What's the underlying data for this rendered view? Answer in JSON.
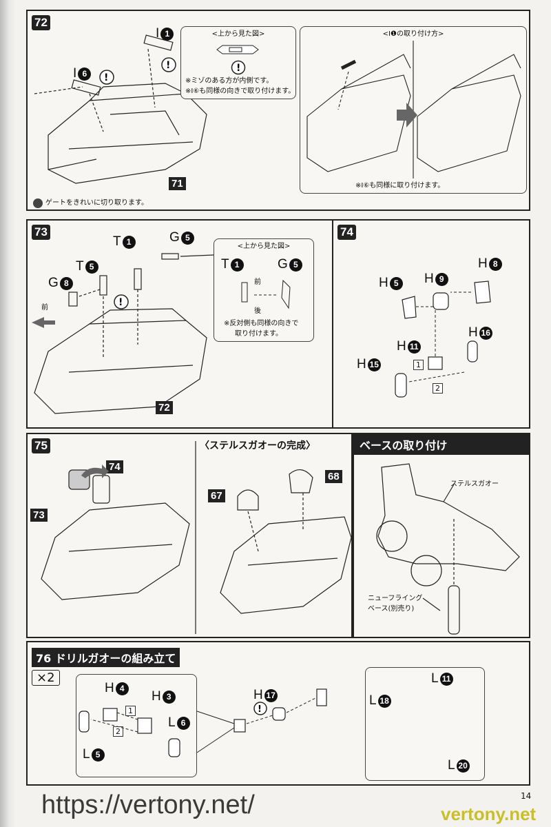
{
  "page_number": "14",
  "watermark": "https://vertony.net/",
  "watermark_footer": "vertony.net",
  "step72": {
    "step": "72",
    "callouts": {
      "i1": [
        "I",
        "1"
      ],
      "i6": [
        "I",
        "6"
      ]
    },
    "ref": "71",
    "topview_title": "<上から見た図>",
    "topview_notes": [
      "※ミゾのある方が内側です。",
      "※I⑥も同様の向きで取り付けます。"
    ],
    "howto_title": "<I❶の取り付け方>",
    "howto_note": "※I⑥も同様に取り付けます。",
    "gate_note": "ゲートをきれいに切り取ります。"
  },
  "step73": {
    "step": "73",
    "callouts": {
      "t1": [
        "T",
        "1"
      ],
      "t5": [
        "T",
        "5"
      ],
      "g5": [
        "G",
        "5"
      ],
      "g8": [
        "G",
        "8"
      ]
    },
    "front": "前",
    "ref": "72",
    "topview_title": "<上から見た図>",
    "tv_t1": [
      "T",
      "1"
    ],
    "tv_g5": [
      "G",
      "5"
    ],
    "tv_front": "前",
    "tv_back": "後",
    "tv_note": [
      "※反対側も同様の向きで",
      "取り付けます。"
    ]
  },
  "step74": {
    "step": "74",
    "callouts": {
      "h5": [
        "H",
        "5"
      ],
      "h9": [
        "H",
        "9"
      ],
      "h8": [
        "H",
        "8"
      ],
      "h11": [
        "H",
        "11"
      ],
      "h16": [
        "H",
        "16"
      ],
      "h15": [
        "H",
        "15"
      ]
    },
    "order": [
      "1",
      "2"
    ]
  },
  "step75": {
    "step": "75",
    "refs": [
      "74",
      "73"
    ]
  },
  "complete": {
    "title": "〈ステルスガオーの完成〉",
    "refs": [
      "67",
      "68"
    ]
  },
  "base": {
    "title": "ベースの取り付け",
    "label_gao": "ステルスガオー",
    "label_base": [
      "ニューフライング",
      "ベース(別売り)"
    ]
  },
  "step76": {
    "step": "76",
    "title": "ドリルガオーの組み立て",
    "multiplier": "×2",
    "callouts": {
      "h4": [
        "H",
        "4"
      ],
      "h3": [
        "H",
        "3"
      ],
      "l6": [
        "L",
        "6"
      ],
      "l5": [
        "L",
        "5"
      ],
      "h17": [
        "H",
        "17"
      ],
      "l11": [
        "L",
        "11"
      ],
      "l18": [
        "L",
        "18"
      ],
      "l20": [
        "L",
        "20"
      ]
    },
    "order": [
      "1",
      "2"
    ]
  }
}
